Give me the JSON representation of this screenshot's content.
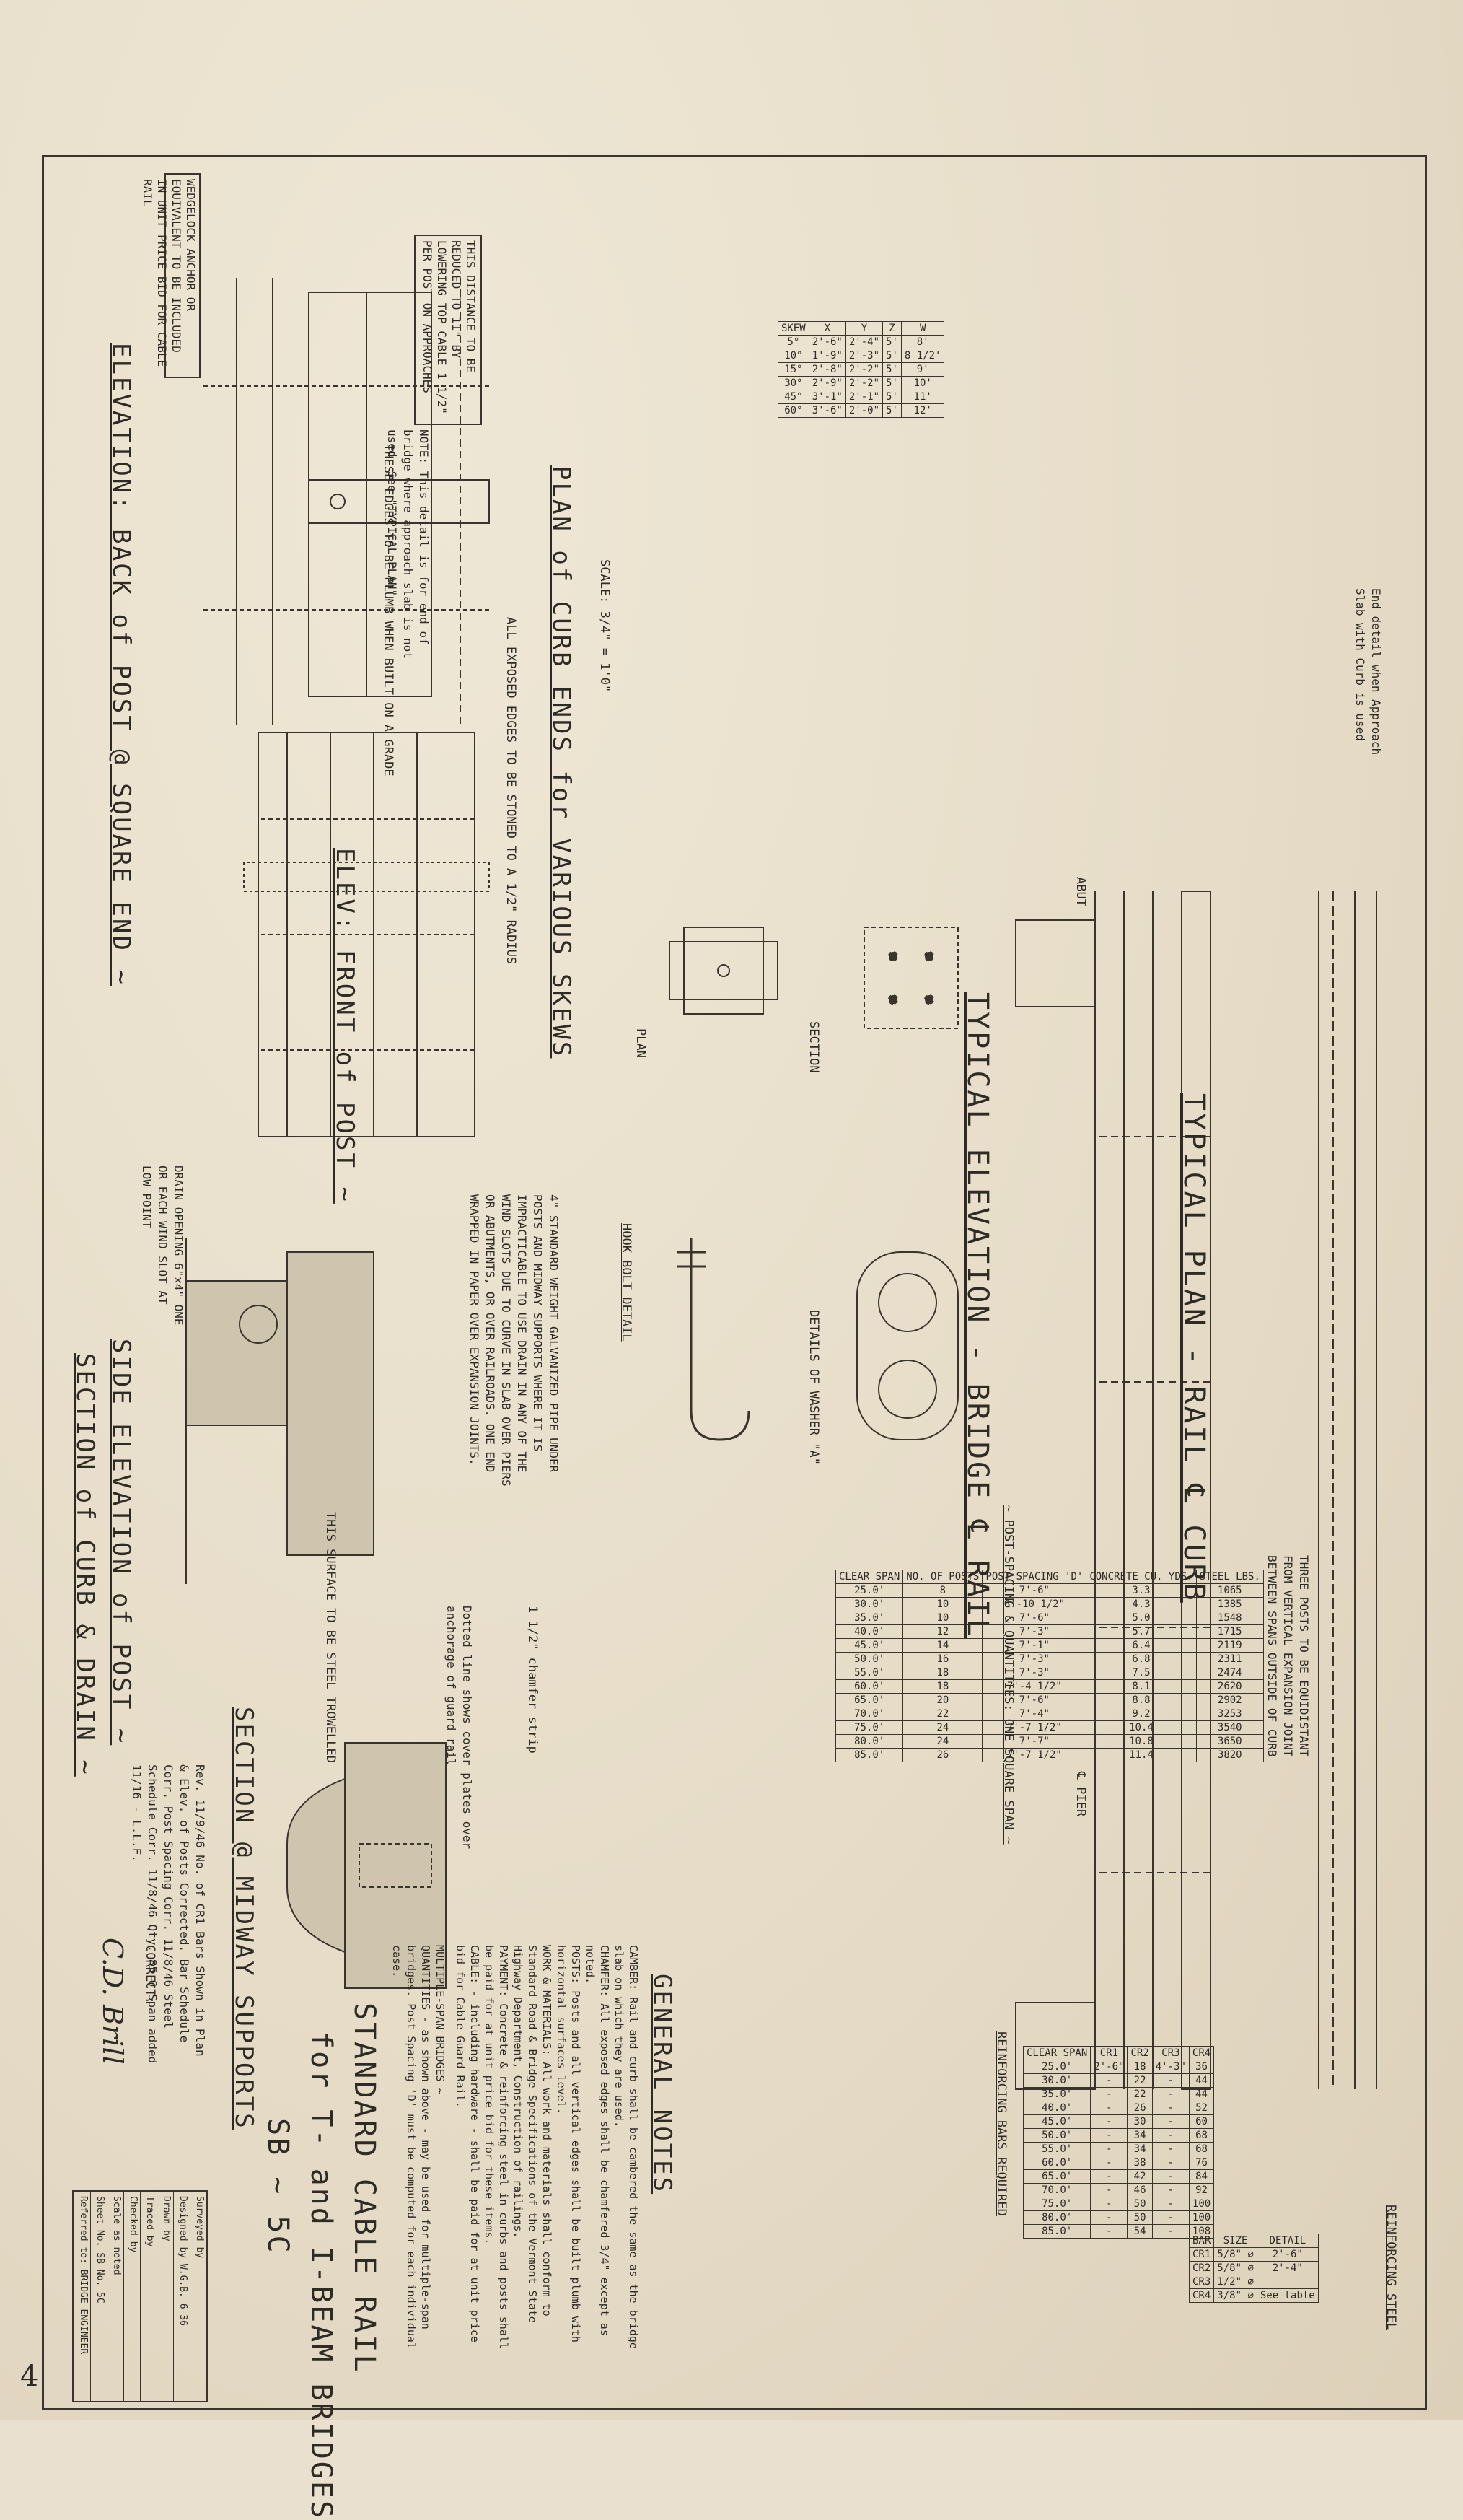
{
  "sheet": {
    "titles": {
      "elev_back": "ELEVATION: BACK of POST @ SQUARE END ~",
      "plan_curb": "PLAN of CURB ENDS for VARIOUS SKEWS",
      "plan_curb_scale": "SCALE: 3/4\" = 1'0\"",
      "elev_front": "ELEV: FRONT of POST ~",
      "side_elev": "SIDE ELEVATION of POST ~",
      "section_curb": "SECTION of CURB & DRAIN ~",
      "section_midway": "SECTION @ MIDWAY SUPPORTS",
      "plan": "PLAN",
      "section": "SECTION",
      "hook_bolt": "HOOK BOLT DETAIL",
      "washer": "DETAILS OF WASHER \"A\"",
      "typical_elev": "TYPICAL ELEVATION - BRIDGE ℄ RAIL",
      "typical_plan": "TYPICAL PLAN - RAIL ℄ CURB",
      "post_spacing": "~ POST-SPACING & QUANTITIES: ONE SQUARE SPAN ~",
      "reinforcing_bars": "REINFORCING BARS REQUIRED",
      "reinforcing_steel": "REINFORCING STEEL",
      "general_notes": "GENERAL NOTES",
      "standard_1": "STANDARD CABLE RAIL",
      "standard_2": "for T- and I-BEAM BRIDGES",
      "standard_3": "SB ~ 5C",
      "multiple_span": "MULTIPLE-SPAN BRIDGES ~"
    },
    "notes": {
      "wedgelock": "WEDGELOCK ANCHOR OR EQUIVALENT TO BE INCLUDED IN UNIT PRICE BID FOR CABLE RAIL",
      "distance": "THIS DISTANCE TO BE REDUCED TO 11\" BY LOWERING TOP CABLE 1 1/2\" PER POST ON APPROACHES",
      "detail_note": "NOTE: This detail is for end of bridge where approach slab is not used. See \"TYPICAL PLAN\".",
      "exposed_edges": "ALL EXPOSED EDGES TO BE STONED TO A 1/2\" RADIUS",
      "plumb": "THESE EDGES TO BE PLUMB WHEN BUILT ON A GRADE",
      "pipe": "4\" STANDARD WEIGHT GALVANIZED PIPE UNDER POSTS AND MIDWAY SUPPORTS WHERE IT IS IMPRACTICABLE TO USE DRAIN IN ANY OF THE WIND SLOTS DUE TO CURVE IN SLAB OVER PIERS OR ABUTMENTS, OR OVER RAILROADS. ONE END WRAPPED IN PAPER OVER EXPANSION JOINTS.",
      "drain": "DRAIN OPENING 6\"x4\" ONE OR EACH WIND SLOT AT LOW POINT",
      "surface": "THIS SURFACE TO BE STEEL TROWELLED",
      "end_detail": "End detail when Approach Slab with Curb is used",
      "three_posts": "THREE POSTS TO BE EQUIDISTANT FROM VERTICAL EXPANSION JOINT BETWEEN SPANS OUTSIDE OF CURB",
      "chamfer": "1 1/2\" chamfer strip",
      "dotted": "Dotted line shows cover plates over anchorage of guard rail",
      "abut": "ABUT",
      "pier": "℄ PIER",
      "revisions": "Rev. 11/9/46 No. of CR1 Bars Shown in Plan & Elev. of Posts Corrected. Bar Schedule Corr. Post Spacing Corr. 11/8/46 Steel Schedule Corr. 11/8/46 Qty. 85.0 Span added 11/16 - L.L.F."
    },
    "general_notes": [
      "CAMBER: Rail and curb shall be cambered the same as the bridge slab on which they are used.",
      "CHAMFER: All exposed edges shall be chamfered 3/4\" except as noted.",
      "POSTS: Posts and all vertical edges shall be built plumb with horizontal surfaces level.",
      "WORK & MATERIALS: All work and materials shall conform to Standard Road & Bridge Specifications of the Vermont State Highway Department, Construction of railings.",
      "PAYMENT: Concrete & reinforcing steel in curbs and posts shall be paid for at unit price bid for these items.",
      "CABLE: - including hardware - shall be paid for at unit price bid for Cable Guard Rail."
    ],
    "multiple_span_note": "QUANTITIES - as shown above - may be used for multiple-span bridges. Post Spacing 'D' must be computed for each individual case.",
    "correct_label": "CORRECT:",
    "signature": "C.D. Brill",
    "title_block": [
      "Surveyed by",
      "Designed by W.G.B. 6-36",
      "Drawn by",
      "Traced by",
      "Checked by",
      "Scale as noted",
      "Sheet No. SB No. 5C",
      "Referred to: BRIDGE ENGINEER"
    ],
    "corner_mark": "4",
    "skew_dims": {
      "headers": [
        "SKEW",
        "X",
        "Y",
        "Z",
        "W"
      ],
      "rows": [
        [
          "5°",
          "2'-6\"",
          "2'-4\"",
          "5'",
          "8'"
        ],
        [
          "10°",
          "1'-9\"",
          "2'-3\"",
          "5'",
          "8 1/2'"
        ],
        [
          "15°",
          "2'-8\"",
          "2'-2\"",
          "5'",
          "9'"
        ],
        [
          "30°",
          "2'-9\"",
          "2'-2\"",
          "5'",
          "10'"
        ],
        [
          "45°",
          "3'-1\"",
          "2'-1\"",
          "5'",
          "11'"
        ],
        [
          "60°",
          "3'-6\"",
          "2'-0\"",
          "5'",
          "12'"
        ]
      ]
    },
    "post_table": {
      "headers": [
        "CLEAR SPAN",
        "NO. OF POSTS",
        "POST SPACING 'D'",
        "CONCRETE CU. YDS.",
        "STEEL LBS."
      ],
      "rows": [
        [
          "25.0'",
          "8",
          "7'-6\"",
          "3.3",
          "1065"
        ],
        [
          "30.0'",
          "10",
          "6'-10 1/2\"",
          "4.3",
          "1385"
        ],
        [
          "35.0'",
          "10",
          "7'-6\"",
          "5.0",
          "1548"
        ],
        [
          "40.0'",
          "12",
          "7'-3\"",
          "5.7",
          "1715"
        ],
        [
          "45.0'",
          "14",
          "7'-1\"",
          "6.4",
          "2119"
        ],
        [
          "50.0'",
          "16",
          "7'-3\"",
          "6.8",
          "2311"
        ],
        [
          "55.0'",
          "18",
          "7'-3\"",
          "7.5",
          "2474"
        ],
        [
          "60.0'",
          "18",
          "7'-4 1/2\"",
          "8.1",
          "2620"
        ],
        [
          "65.0'",
          "20",
          "7'-6\"",
          "8.8",
          "2902"
        ],
        [
          "70.0'",
          "22",
          "7'-4\"",
          "9.2",
          "3253"
        ],
        [
          "75.0'",
          "24",
          "7'-7 1/2\"",
          "10.4",
          "3540"
        ],
        [
          "80.0'",
          "24",
          "7'-7\"",
          "10.8",
          "3650"
        ],
        [
          "85.0'",
          "26",
          "7'-7 1/2\"",
          "11.4",
          "3820"
        ]
      ]
    },
    "rebar_table": {
      "headers": [
        "CLEAR SPAN",
        "CR1",
        "CR2",
        "CR3",
        "CR4"
      ],
      "rows": [
        [
          "25.0'",
          "2'-6\"",
          "18",
          "4'-3\"",
          "36"
        ],
        [
          "30.0'",
          "-",
          "22",
          "-",
          "44"
        ],
        [
          "35.0'",
          "-",
          "22",
          "-",
          "44"
        ],
        [
          "40.0'",
          "-",
          "26",
          "-",
          "52"
        ],
        [
          "45.0'",
          "-",
          "30",
          "-",
          "60"
        ],
        [
          "50.0'",
          "-",
          "34",
          "-",
          "68"
        ],
        [
          "55.0'",
          "-",
          "34",
          "-",
          "68"
        ],
        [
          "60.0'",
          "-",
          "38",
          "-",
          "76"
        ],
        [
          "65.0'",
          "-",
          "42",
          "-",
          "84"
        ],
        [
          "70.0'",
          "-",
          "46",
          "-",
          "92"
        ],
        [
          "75.0'",
          "-",
          "50",
          "-",
          "100"
        ],
        [
          "80.0'",
          "-",
          "50",
          "-",
          "100"
        ],
        [
          "85.0'",
          "-",
          "54",
          "-",
          "108"
        ]
      ]
    },
    "steel_table": {
      "headers": [
        "BAR",
        "SIZE",
        "DETAIL"
      ],
      "rows": [
        [
          "CR1",
          "5/8\" ⌀",
          "2'-6\""
        ],
        [
          "CR2",
          "5/8\" ⌀",
          "2'-4\""
        ],
        [
          "CR3",
          "1/2\" ⌀",
          ""
        ],
        [
          "CR4",
          "3/8\" ⌀",
          "See table"
        ]
      ]
    }
  }
}
